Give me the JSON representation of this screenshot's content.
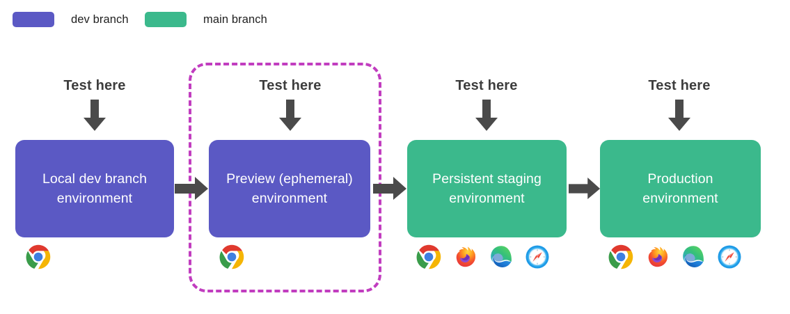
{
  "legend": {
    "items": [
      {
        "label": "dev branch",
        "color": "#5b59c4",
        "name": "legend-dev-branch"
      },
      {
        "label": "main branch",
        "color": "#3bb98c",
        "name": "legend-main-branch"
      }
    ]
  },
  "annotations": {
    "test_here_label": "Test here",
    "arrow_color": "#4a4a4a",
    "highlight_color": "#c13dbf"
  },
  "stages": [
    {
      "id": "local-dev",
      "title": "Local dev branch environment",
      "line1": "Local dev branch",
      "line2": "environment",
      "color": "#5b59c4",
      "branch": "dev branch",
      "browsers": [
        "chrome"
      ],
      "highlighted": false
    },
    {
      "id": "preview",
      "title": "Preview (ephemeral) environment",
      "line1": "Preview (ephemeral)",
      "line2": "environment",
      "color": "#5b59c4",
      "branch": "dev branch",
      "browsers": [
        "chrome"
      ],
      "highlighted": true
    },
    {
      "id": "staging",
      "title": "Persistent staging environment",
      "line1": "Persistent staging",
      "line2": "environment",
      "color": "#3bb98c",
      "branch": "main branch",
      "browsers": [
        "chrome",
        "firefox",
        "edge",
        "safari"
      ],
      "highlighted": false
    },
    {
      "id": "production",
      "title": "Production environment",
      "line1": "Production",
      "line2": "environment",
      "color": "#3bb98c",
      "branch": "main branch",
      "browsers": [
        "chrome",
        "firefox",
        "edge",
        "safari"
      ],
      "highlighted": false
    }
  ],
  "browser_names": {
    "chrome": "chrome-icon",
    "firefox": "firefox-icon",
    "edge": "edge-icon",
    "safari": "safari-icon"
  }
}
